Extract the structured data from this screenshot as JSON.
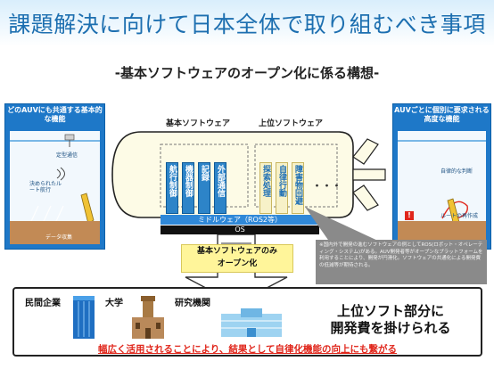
{
  "title": "課題解決に向けて日本全体で取り組むべき事項",
  "subtitle": "-基本ソフトウェアのオープン化に係る構想-",
  "left_panel": {
    "heading": "どのAUVにも共通する基本的な機能",
    "labels": [
      "定型通信",
      "決められたルート航行",
      "データ収集"
    ]
  },
  "right_panel": {
    "heading": "AUVごとに個別に要求される高度な機能",
    "labels": [
      "自律的な判断",
      "ルートの再作成"
    ]
  },
  "diagram": {
    "basic_sw_label": "基本ソフトウェア",
    "upper_sw_label": "上位ソフトウェア",
    "basic_modules": [
      "航行制御",
      "機器制御",
      "記録",
      "外部通信"
    ],
    "upper_modules": [
      "探索処理",
      "自律行動",
      "障害物回避"
    ],
    "ellipsis": "・・・",
    "middleware": "ミドルウェア（ROS2等）",
    "os": "OS"
  },
  "callout": "基本ソフトウェアのみオープン化",
  "note": "※国内外で開発の進むソフトウェアの例としてROS(ロボット・オペレーティング・システム)がある。AUV開発者等がオープンなプラットフォームを利用することにより、開発が円滑化。ソフトウェアの共通化による開発費の低減等が期待される。",
  "bottom": {
    "org1": "民間企業",
    "org2": "大学",
    "org3": "研究機関",
    "message_line1": "上位ソフト部分に",
    "message_line2": "開発費を掛けられる",
    "conclusion": "幅広く活用されることにより、結果として自律化機能の向上にも繋がる"
  },
  "colors": {
    "title_text": "#1d6fb0",
    "panel_blue": "#1e78c8",
    "middleware_blue": "#2f88d8",
    "os_black": "#111111",
    "conclusion_red": "#e0261b"
  }
}
